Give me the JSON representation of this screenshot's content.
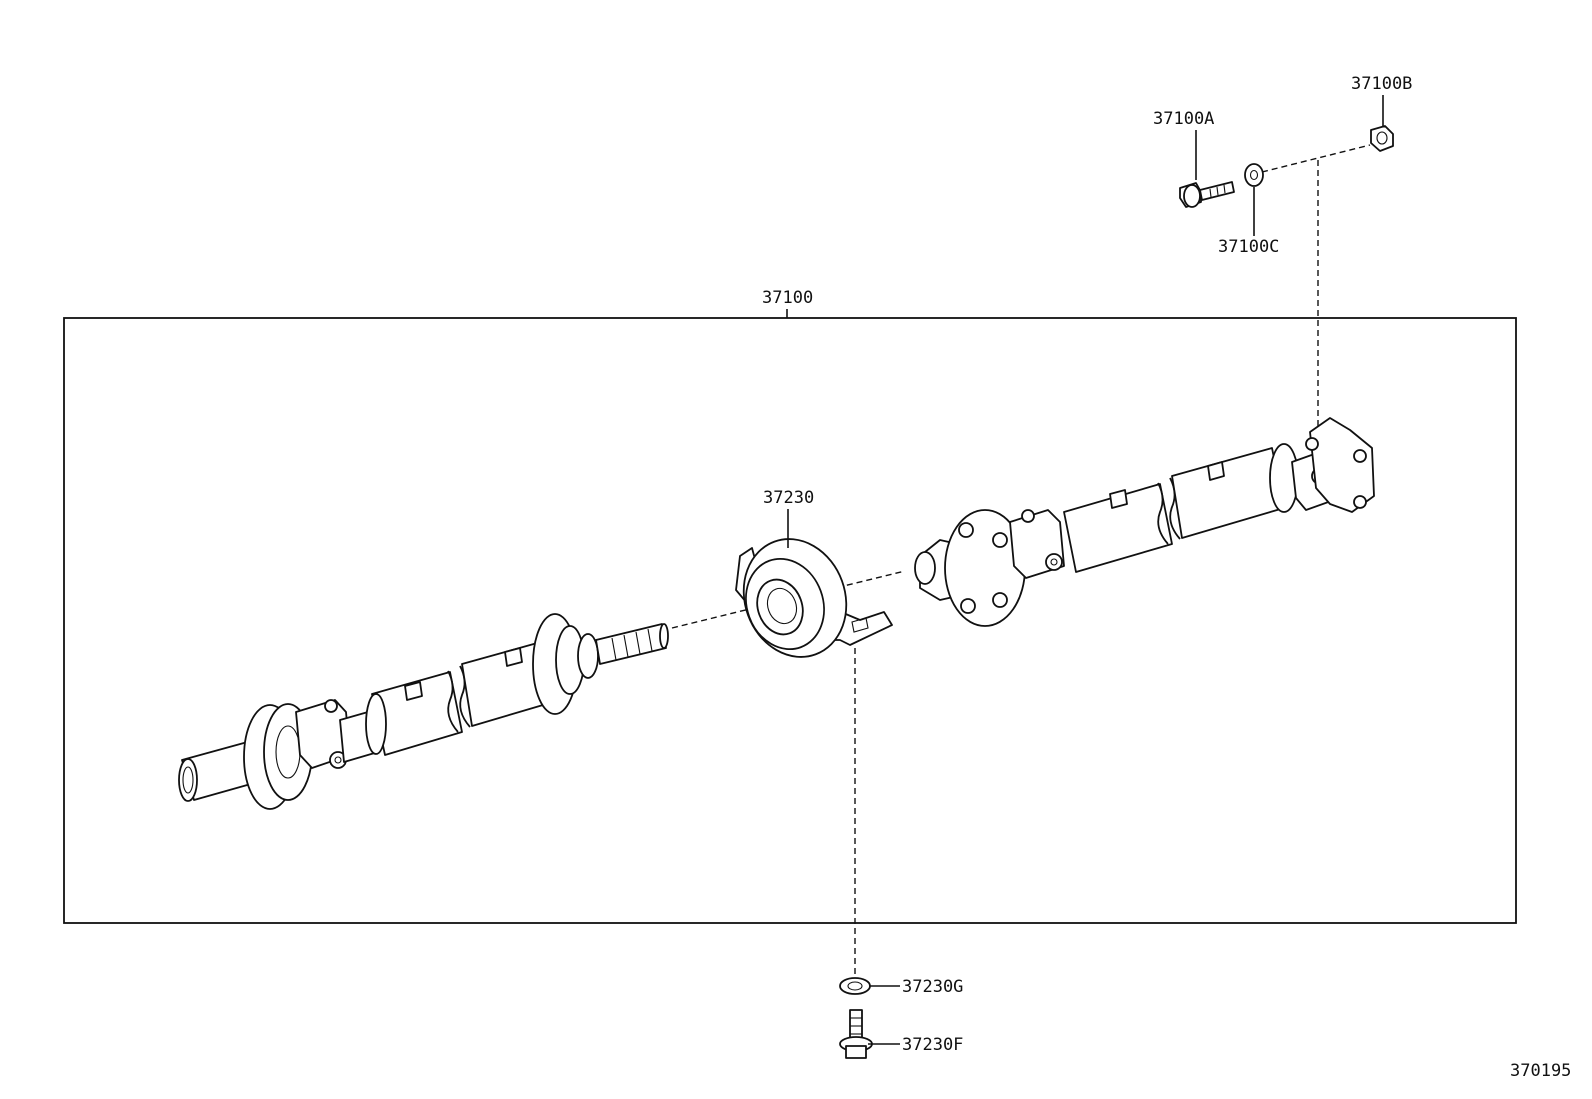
{
  "diagram": {
    "sheet_id": "370195",
    "labels": {
      "assembly": "37100",
      "bolt": "37100A",
      "nut": "37100B",
      "washer": "37100C",
      "center_bearing": "37230",
      "bracket_washer": "37230G",
      "bracket_bolt": "37230F"
    }
  }
}
